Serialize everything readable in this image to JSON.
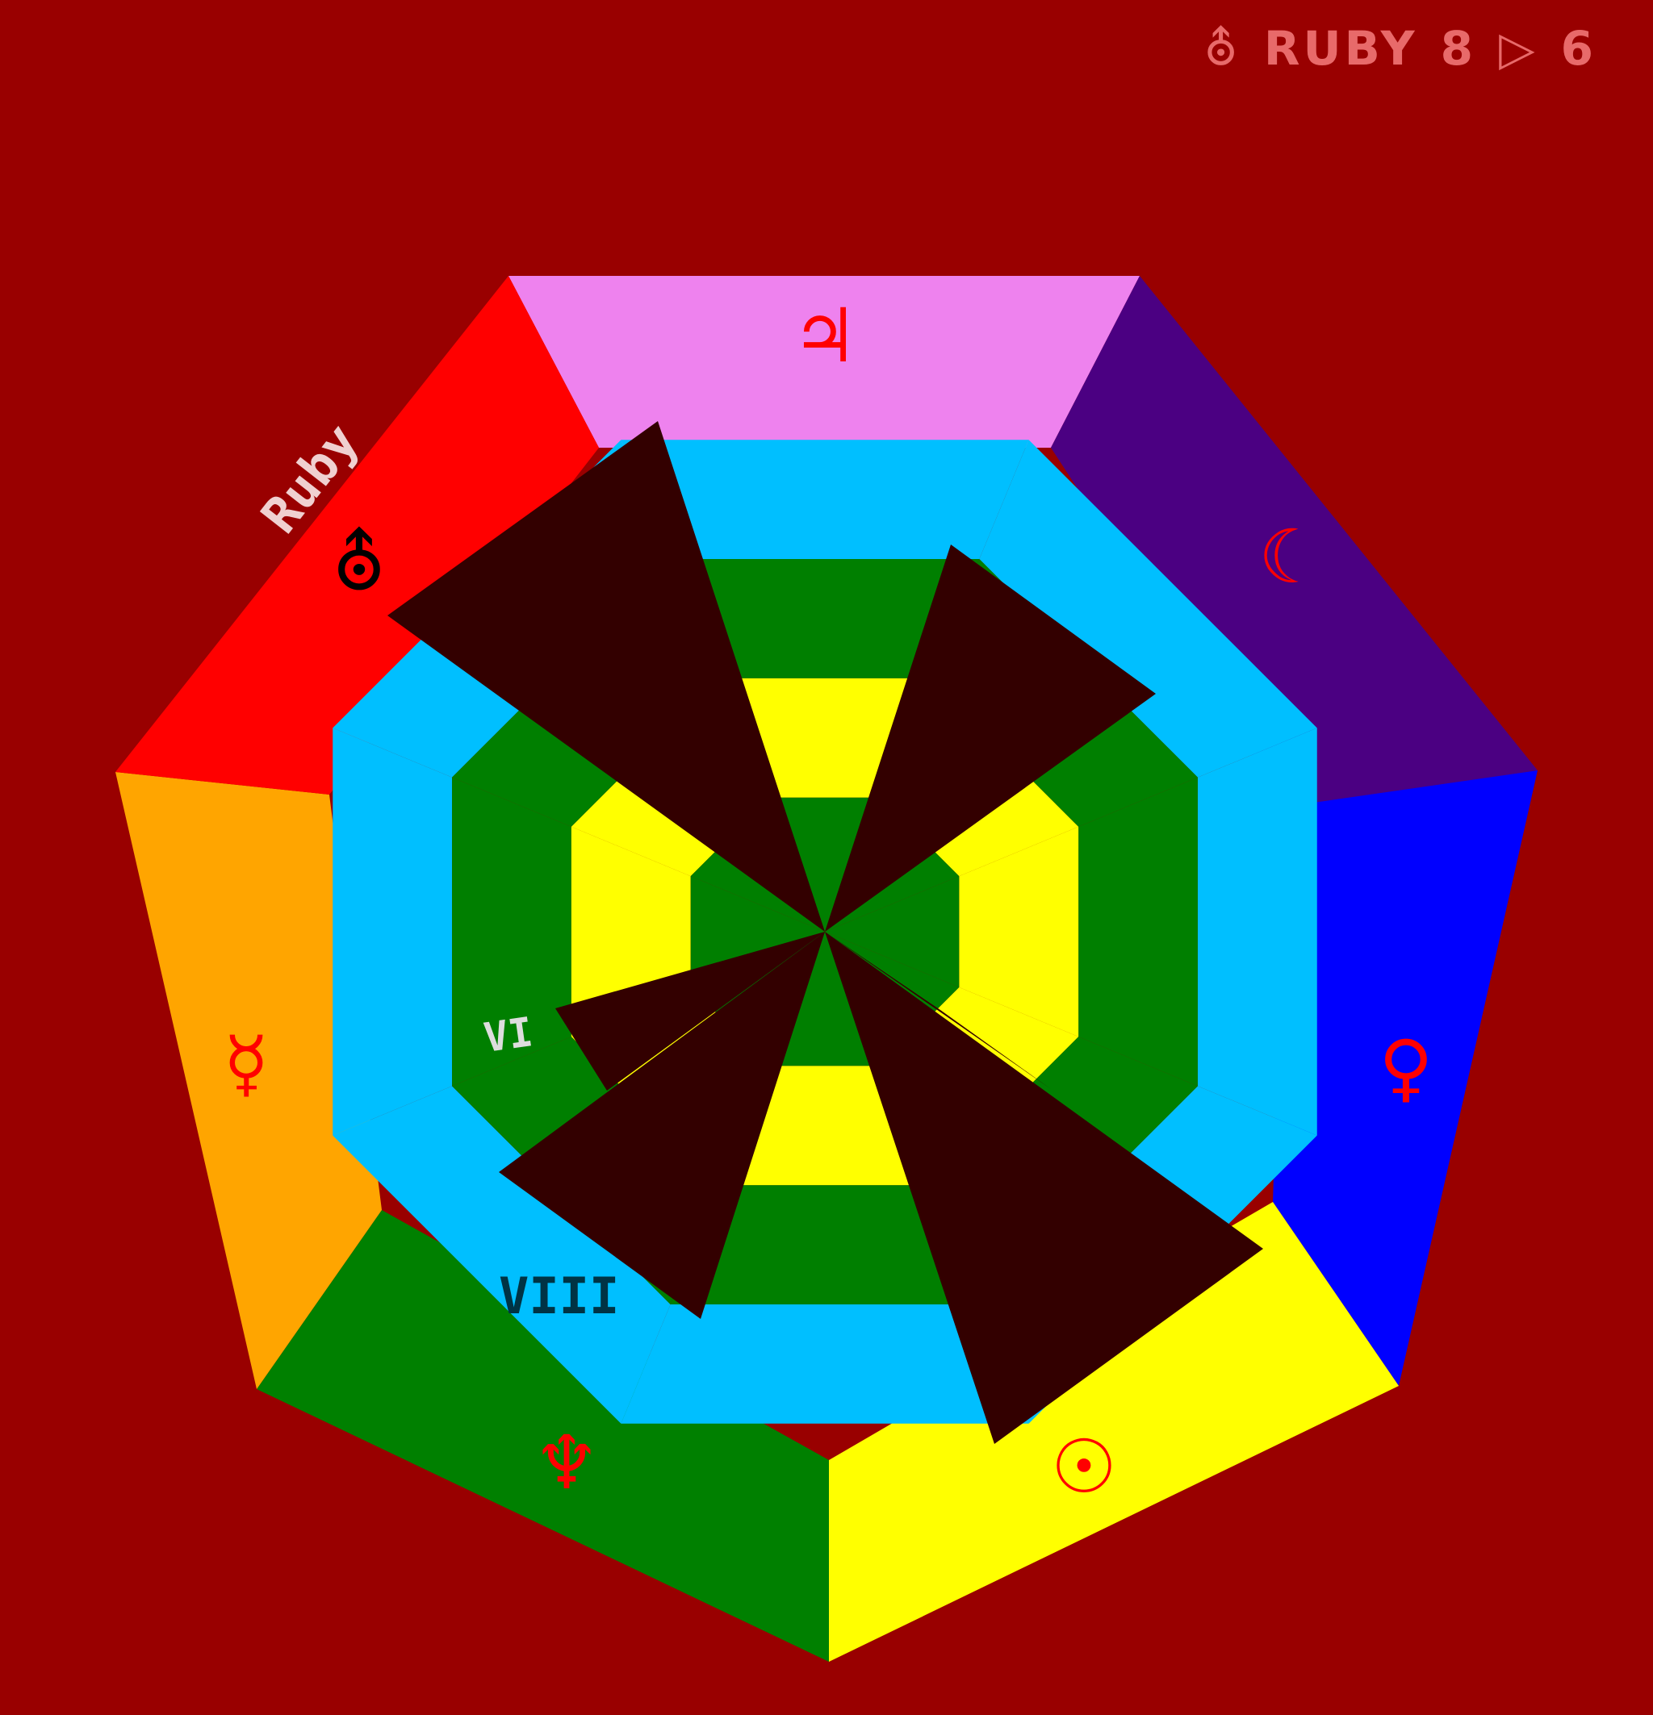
{
  "hud": {
    "icon": "uranus-icon",
    "icon_glyph": "⛢",
    "name": "RUBY",
    "glyph_a": "8",
    "glyph_b": "▷",
    "glyph_c": "6"
  },
  "outer_segments": [
    {
      "name": "jupiter-segment",
      "color": "#ee82ee",
      "symbol": "♃",
      "symbol_color": "#ff0000",
      "icon": "jupiter-icon"
    },
    {
      "name": "moon-segment",
      "color": "#4b0082",
      "symbol": "☾",
      "symbol_color": "#ff0000",
      "icon": "moon-icon"
    },
    {
      "name": "venus-segment",
      "color": "#0000ff",
      "symbol": "♀",
      "symbol_color": "#ff0000",
      "icon": "venus-icon"
    },
    {
      "name": "sun-segment",
      "color": "#ffff00",
      "symbol": "☉",
      "symbol_color": "#ff0000",
      "icon": "sun-icon"
    },
    {
      "name": "neptune-segment",
      "color": "#008000",
      "symbol": "♆",
      "symbol_color": "#ff0000",
      "icon": "neptune-icon"
    },
    {
      "name": "mercury-segment",
      "color": "#ffa500",
      "symbol": "☿",
      "symbol_color": "#ff0000",
      "icon": "mercury-icon"
    },
    {
      "name": "uranus-segment",
      "color": "#ff0000",
      "symbol": "⛢",
      "symbol_color": "#000000",
      "icon": "uranus-icon"
    }
  ],
  "labels": {
    "ruby": "Ruby",
    "vi": "VI",
    "viii": "VIII"
  },
  "colors": {
    "background": "#990000",
    "ring": "#00bfff",
    "dark": "#330000",
    "green": "#007f00",
    "yellow": "#ffff00"
  }
}
